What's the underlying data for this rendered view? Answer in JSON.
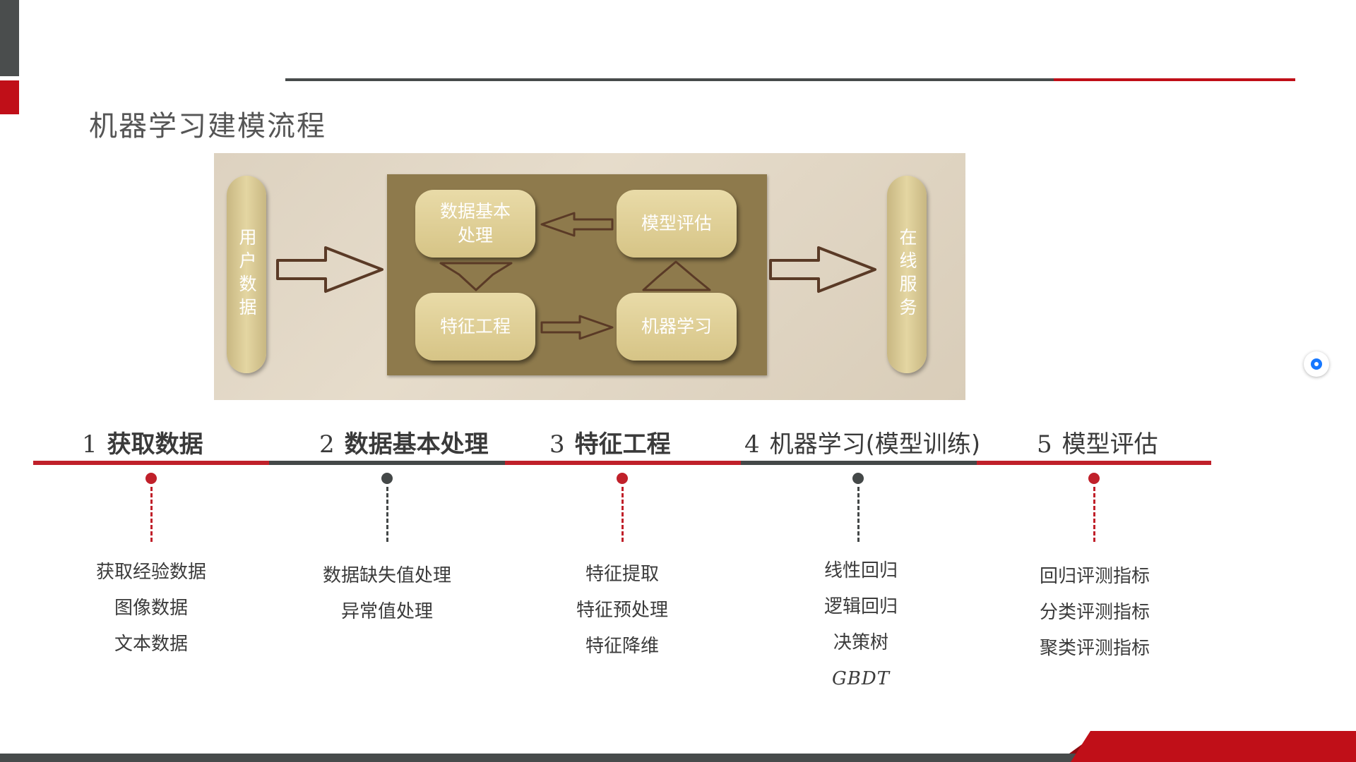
{
  "page": {
    "title": "机器学习建模流程"
  },
  "diagram": {
    "input_label": "用户数据",
    "output_label": "在线服务",
    "nodes": {
      "data_processing": "数据基本\n处理",
      "model_eval": "模型评估",
      "feature_eng": "特征工程",
      "ml": "机器学习"
    }
  },
  "timeline": [
    {
      "num": "1",
      "title": "获取数据",
      "color": "#c0202a",
      "items": [
        "获取经验数据",
        "图像数据",
        "文本数据"
      ]
    },
    {
      "num": "2",
      "title": "数据基本处理",
      "color": "#444848",
      "items": [
        "数据缺失值处理",
        "异常值处理"
      ]
    },
    {
      "num": "3",
      "title": "特征工程",
      "color": "#c0202a",
      "items": [
        "特征提取",
        "特征预处理",
        "特征降维"
      ]
    },
    {
      "num": "4",
      "title": "机器学习(模型训练)",
      "color": "#444848",
      "items": [
        "线性回归",
        "逻辑回归",
        "决策树",
        "GBDT"
      ]
    },
    {
      "num": "5",
      "title": "模型评估",
      "color": "#c0202a",
      "items": [
        "回归评测指标",
        "分类评测指标",
        "聚类评测指标"
      ]
    }
  ]
}
